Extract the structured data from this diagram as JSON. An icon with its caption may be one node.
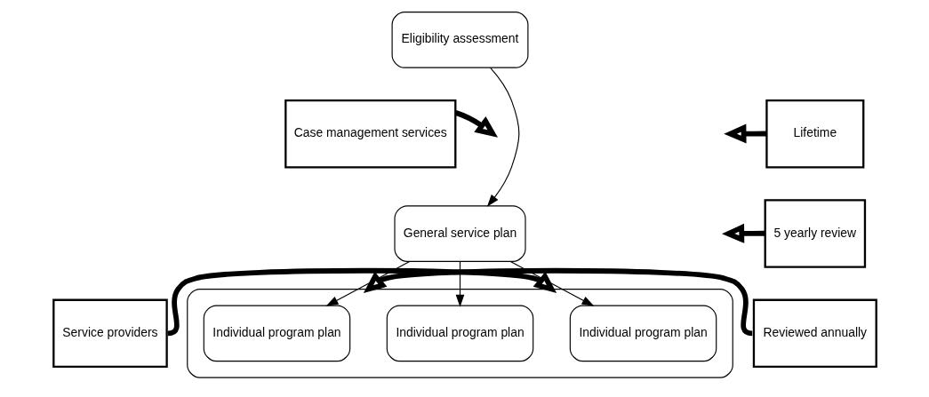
{
  "diagram": {
    "nodes": [
      {
        "text": [
          "Eligibility assessment"
        ]
      },
      {
        "text": [
          "Lifetime"
        ]
      },
      {
        "text": [
          "Case management services"
        ]
      },
      {
        "text": [
          "General service plan"
        ]
      },
      {
        "text": [
          "5 yearly review"
        ]
      },
      {
        "text": [
          "Service providers"
        ]
      },
      {
        "text": [],
        "shape": "box"
      },
      {
        "text": [
          "Individual program plan"
        ],
        "in": 6
      },
      {
        "text": [
          "Individual program plan"
        ],
        "in": 6
      },
      {
        "text": [
          "Individual program plan"
        ],
        "in": 6
      },
      {
        "text": [
          "Reviewed annually"
        ]
      }
    ],
    "edges": [
      {
        "from": 0,
        "to": 3,
        "arrow": "to"
      },
      {
        "from": 3,
        "to": 7,
        "arrow": "to"
      },
      {
        "from": 3,
        "to": 8,
        "arrow": "to"
      },
      {
        "from": 3,
        "to": 9,
        "arrow": "to"
      },
      {
        "from": 1,
        "to": null,
        "arrow": "to"
      },
      {
        "from": 2,
        "to": null,
        "arrow": "to"
      },
      {
        "from": 4,
        "to": null,
        "arrow": "to"
      },
      {
        "from": 5,
        "to": 6,
        "arrow": "to"
      },
      {
        "from": 10,
        "to": 6,
        "arrow": "to"
      }
    ]
  }
}
